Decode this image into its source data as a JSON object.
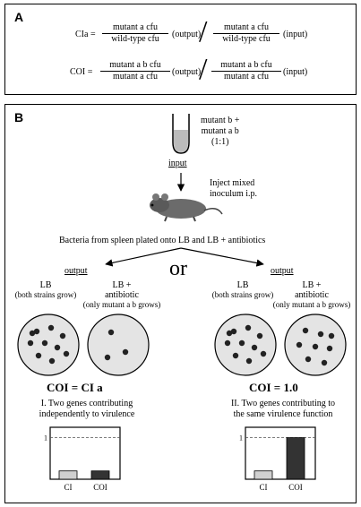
{
  "panelA": {
    "label": "A",
    "ci": {
      "lhs": "CIa =",
      "out_num": "mutant a cfu",
      "out_den": "wild-type cfu",
      "out_tag": "(output)",
      "in_num": "mutant a cfu",
      "in_den": "wild-type cfu",
      "in_tag": "(input)"
    },
    "coi": {
      "lhs": "COI =",
      "out_num": "mutant a b cfu",
      "out_den": "mutant a cfu",
      "out_tag": "(output)",
      "in_num": "mutant a b cfu",
      "in_den": "mutant a cfu",
      "in_tag": "(input)"
    }
  },
  "panelB": {
    "label": "B",
    "tube_text": [
      "mutant b +",
      "mutant a b",
      "(1:1)"
    ],
    "input_label": "input",
    "inject_text": [
      "Inject mixed",
      "inoculum i.p."
    ],
    "spleen_text": "Bacteria from spleen plated onto LB and LB + antibiotics",
    "or_text": "or",
    "left": {
      "output_label": "output",
      "lb_label": "LB",
      "lb_sub": "(both strains grow)",
      "ab_label": [
        "LB +",
        "antibiotic"
      ],
      "ab_sub": "(only mutant a b grows)",
      "result": "COI = CI a",
      "desc": [
        "I. Two genes contributing",
        "independently to virulence"
      ],
      "bars": [
        {
          "name": "CI",
          "value": 0.2
        },
        {
          "name": "COI",
          "value": 0.2
        }
      ],
      "yline_label": "1"
    },
    "right": {
      "output_label": "output",
      "lb_label": "LB",
      "lb_sub": "(both strains grow)",
      "ab_label": [
        "LB +",
        "antibiotic"
      ],
      "ab_sub": "(only mutant a b grows)",
      "result": "COI = 1.0",
      "desc": [
        "II. Two genes contributing to",
        "the same virulence function"
      ],
      "bars": [
        {
          "name": "CI",
          "value": 0.2
        },
        {
          "name": "COI",
          "value": 1.0
        }
      ],
      "yline_label": "1"
    }
  },
  "colors": {
    "light_bar": "#d0d0d0",
    "dark_bar": "#333333",
    "plate_fill": "#e4e4e4",
    "dot": "#222222"
  }
}
